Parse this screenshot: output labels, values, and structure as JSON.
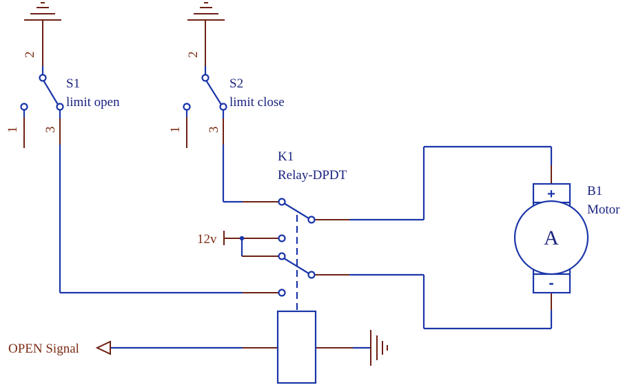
{
  "switches": [
    {
      "designator": "S1",
      "function": "limit open",
      "pins": [
        "1",
        "2",
        "3"
      ]
    },
    {
      "designator": "S2",
      "function": "limit close",
      "pins": [
        "1",
        "2",
        "3"
      ]
    }
  ],
  "relay": {
    "designator": "K1",
    "type": "Relay-DPDT"
  },
  "supply": {
    "label": "12v"
  },
  "motor": {
    "designator": "B1",
    "name": "Motor",
    "symbol": "A",
    "plus": "+",
    "minus": "-"
  },
  "signal": {
    "label": "OPEN Signal"
  },
  "colors": {
    "wire": "#1a35a8",
    "lead": "#6d1f12",
    "text": "#1a237e",
    "pin": "#7b2c14"
  }
}
